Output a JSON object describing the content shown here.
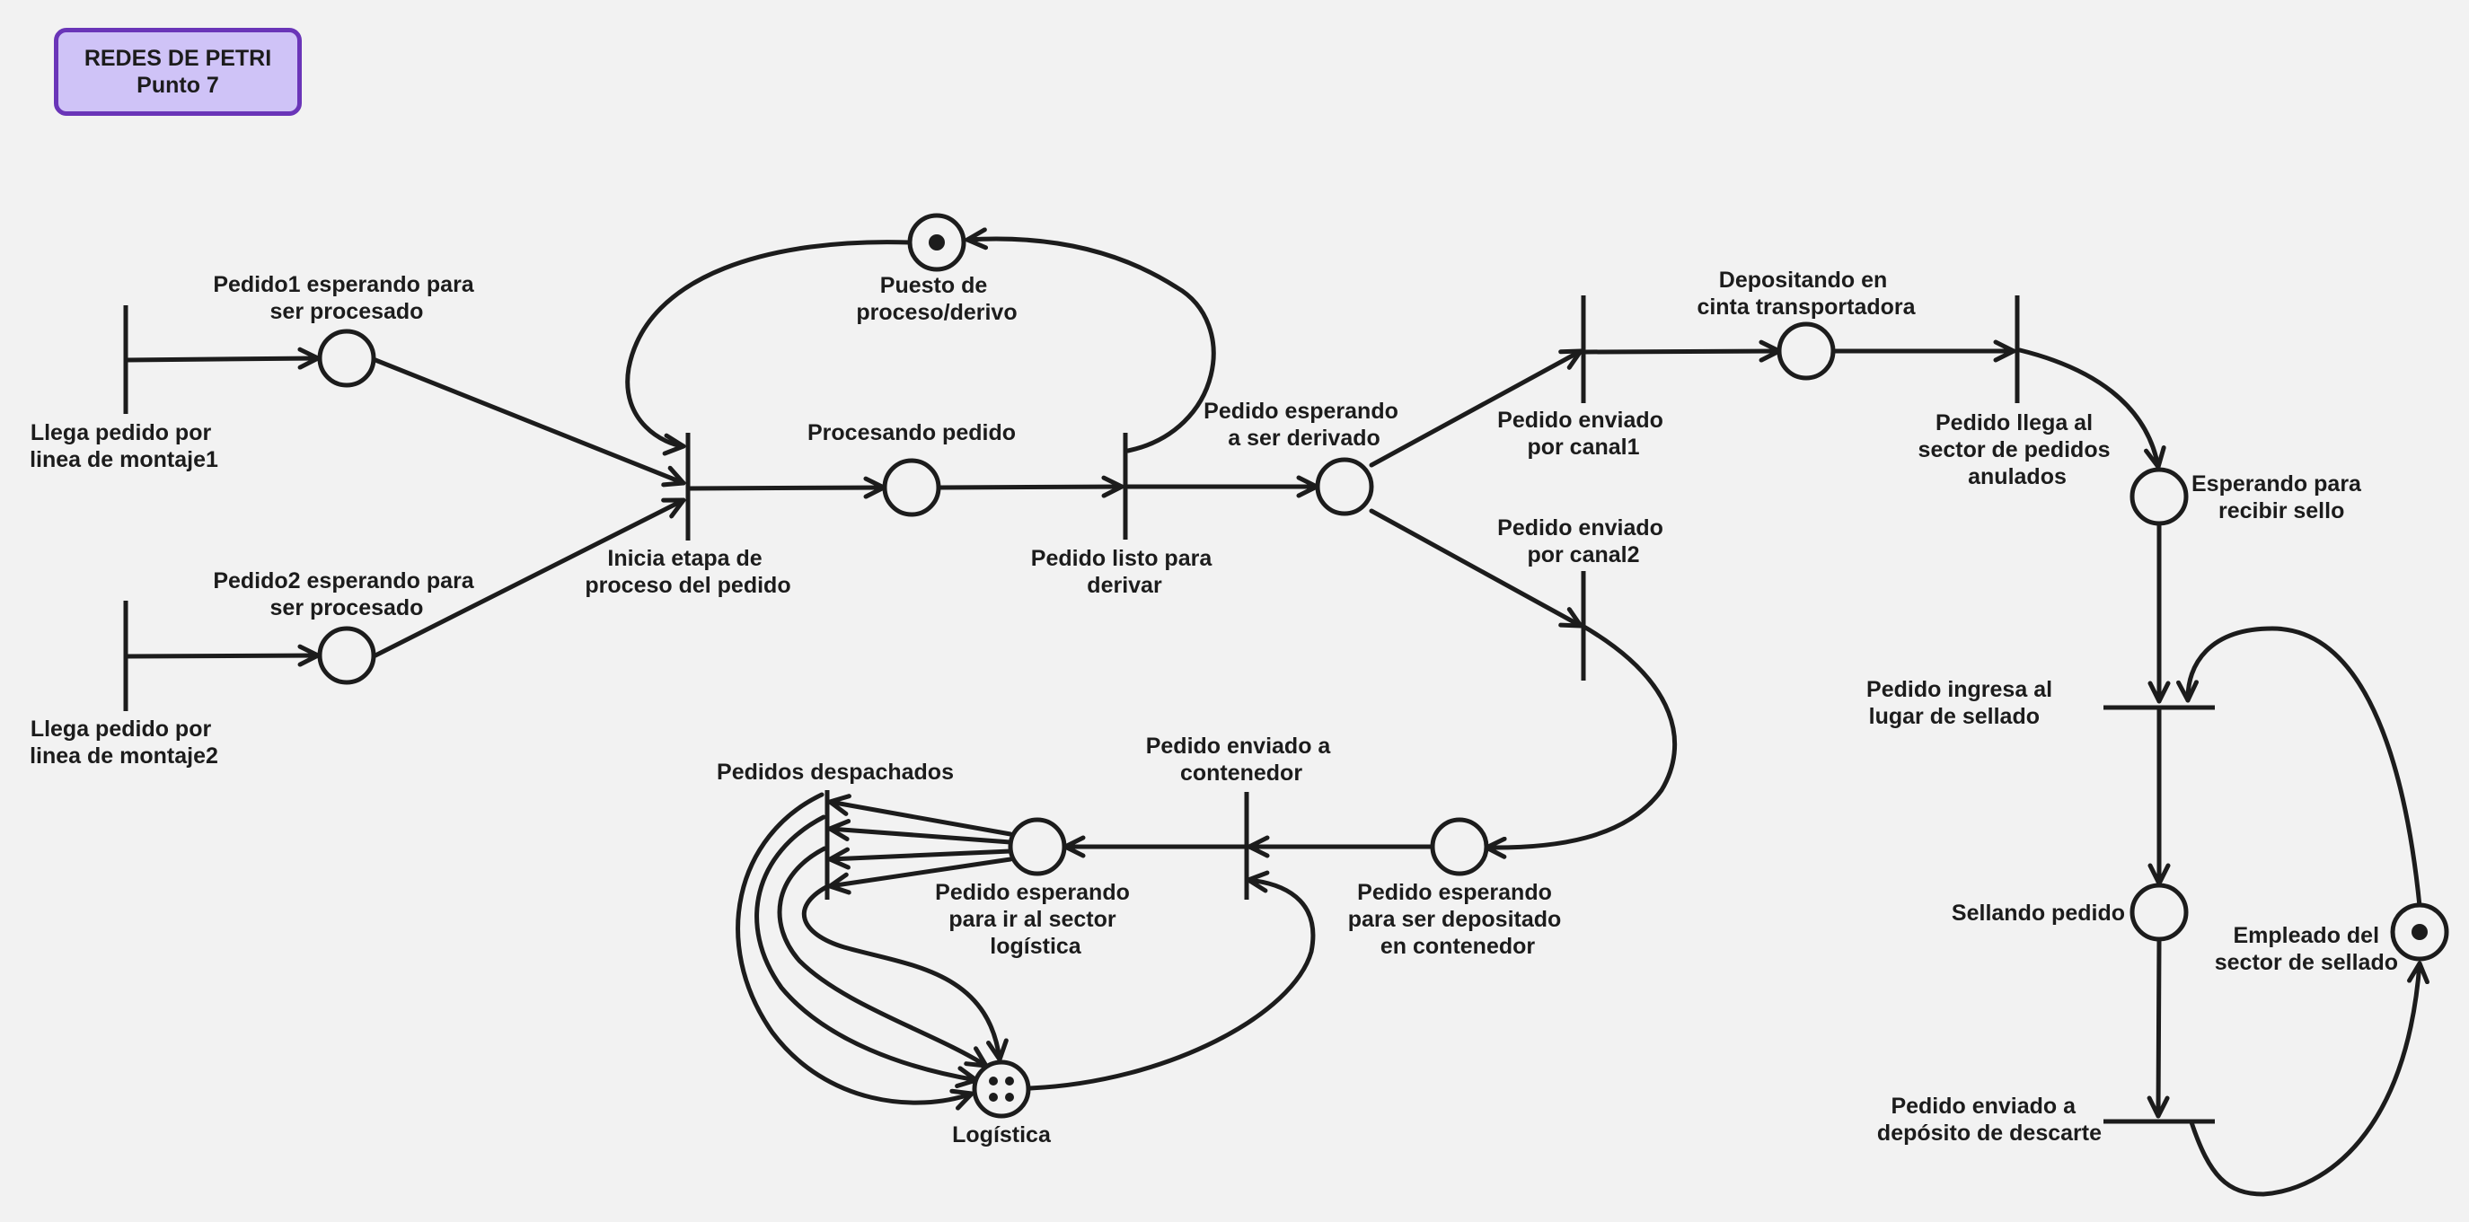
{
  "title": {
    "line1": "REDES DE PETRI",
    "line2": "Punto 7"
  },
  "colors": {
    "ink": "#1c1c1c",
    "background": "#f2f2f2",
    "title_fill": "#cfc3f7",
    "title_border": "#6a35b8"
  },
  "places": {
    "pedido1": {
      "label": [
        "Pedido1 esperando para",
        "ser procesado"
      ],
      "tokens": 0
    },
    "pedido2": {
      "label": [
        "Pedido2 esperando para",
        "ser procesado"
      ],
      "tokens": 0
    },
    "puesto": {
      "label": [
        "Puesto de",
        "proceso/derivo"
      ],
      "tokens": 1
    },
    "procesando": {
      "label": [
        "Procesando pedido"
      ],
      "tokens": 0
    },
    "esperando_derivado": {
      "label": [
        "Pedido esperando",
        "a ser derivado"
      ],
      "tokens": 0
    },
    "depositando": {
      "label": [
        "Depositando en",
        "cinta transportadora"
      ],
      "tokens": 0
    },
    "esperando_sello": {
      "label": [
        "Esperando para",
        "recibir sello"
      ],
      "tokens": 0
    },
    "sellando": {
      "label": [
        "Sellando pedido"
      ],
      "tokens": 0
    },
    "empleado": {
      "label": [
        "Empleado del",
        "sector de sellado"
      ],
      "tokens": 1
    },
    "esperando_contenedor": {
      "label": [
        "Pedido esperando",
        "para ser depositado",
        "en contenedor"
      ],
      "tokens": 0
    },
    "esperando_logistica": {
      "label": [
        "Pedido esperando",
        "para ir al sector",
        "logística"
      ],
      "tokens": 0
    },
    "logistica": {
      "label": [
        "Logística"
      ],
      "tokens": 4
    }
  },
  "transitions": {
    "t_llega1": {
      "label": [
        "Llega pedido por",
        "linea de montaje1"
      ]
    },
    "t_llega2": {
      "label": [
        "Llega pedido por",
        "linea de montaje2"
      ]
    },
    "t_inicia": {
      "label": [
        "Inicia etapa de",
        "proceso del pedido"
      ]
    },
    "t_listo": {
      "label": [
        "Pedido listo para",
        "derivar"
      ]
    },
    "t_canal1": {
      "label": [
        "Pedido enviado",
        "por canal1"
      ]
    },
    "t_canal2": {
      "label": [
        "Pedido enviado",
        "por canal2"
      ]
    },
    "t_llega_sector": {
      "label": [
        "Pedido llega al",
        "sector de pedidos",
        "anulados"
      ]
    },
    "t_ingresa": {
      "label": [
        "Pedido ingresa al",
        "lugar de sellado"
      ]
    },
    "t_descarte": {
      "label": [
        "Pedido enviado a",
        "depósito de descarte"
      ]
    },
    "t_contenedor": {
      "label": [
        "Pedido enviado a",
        "contenedor"
      ]
    },
    "t_despachados": {
      "label": [
        "Pedidos despachados"
      ]
    }
  }
}
